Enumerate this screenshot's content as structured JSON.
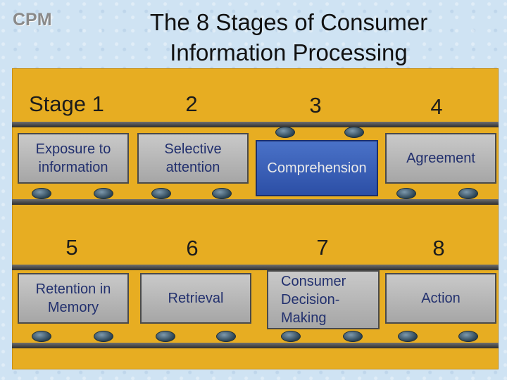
{
  "tag": "CPM",
  "title": "The 8 Stages of Consumer Information Processing",
  "stage_header": "Stage 1",
  "stages": [
    {
      "number": "2",
      "label": "Selective attention"
    },
    {
      "number": "3",
      "label": "Comprehension"
    },
    {
      "number": "4",
      "label": "Agreement"
    },
    {
      "number": "5",
      "label": "Retention in Memory"
    },
    {
      "number": "6",
      "label": "Retrieval"
    },
    {
      "number": "7",
      "label": "Consumer Decision-Making"
    },
    {
      "number": "8",
      "label": "Action"
    }
  ],
  "stage1_label": "Exposure to information",
  "colors": {
    "panel": "#e7ad22",
    "box": "#b8b8b8",
    "highlight_box": "#3a60b8"
  }
}
